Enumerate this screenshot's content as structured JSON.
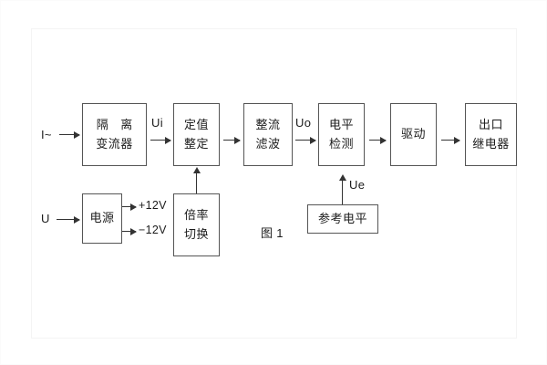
{
  "figure": {
    "caption": "图 1",
    "blocks": [
      {
        "id": "isolating-transformer",
        "lines": [
          "隔 离",
          "变流器"
        ]
      },
      {
        "id": "setting-adjustment",
        "lines": [
          "定值",
          "整定"
        ]
      },
      {
        "id": "rectifier-filter",
        "lines": [
          "整流",
          "滤波"
        ]
      },
      {
        "id": "level-detection",
        "lines": [
          "电平",
          "检测"
        ]
      },
      {
        "id": "drive",
        "lines": [
          "驱动"
        ]
      },
      {
        "id": "output-relay",
        "lines": [
          "出口",
          "继电器"
        ]
      },
      {
        "id": "power-supply",
        "lines": [
          "电源"
        ]
      },
      {
        "id": "multiplier-switch",
        "lines": [
          "倍率",
          "切换"
        ]
      },
      {
        "id": "reference-level",
        "lines": [
          "参考电平"
        ]
      }
    ],
    "signals": {
      "current_input": "I~",
      "voltage_input": "U",
      "ui": "Ui",
      "uo": "Uo",
      "ue": "Ue",
      "supply_positive": "+12V",
      "supply_negative": "−12V"
    },
    "colors": {
      "box_border": "#555555",
      "arrow": "#333333",
      "text": "#1c1c1c",
      "background": "#ffffff"
    }
  }
}
